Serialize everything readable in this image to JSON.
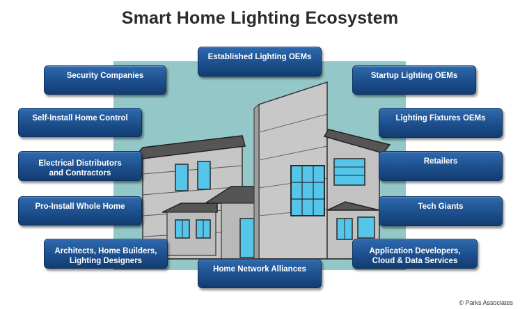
{
  "title": "Smart Home Lighting Ecosystem",
  "colors": {
    "sky": "#94c7c7",
    "pill_blue": "#1d4f8d",
    "wall": "#c4c4c4",
    "window": "#55c6ea",
    "roof": "#5a5a5a"
  },
  "labels": {
    "established_oems": "Established Lighting OEMs",
    "security": "Security Companies",
    "startup_oems": "Startup Lighting OEMs",
    "self_install": "Self-Install Home Control",
    "fixtures_oems": "Lighting Fixtures OEMs",
    "electrical_line1": "Electrical Distributors",
    "electrical_line2": "and Contractors",
    "retailers": "Retailers",
    "pro_install": "Pro-Install Whole Home",
    "tech_giants": "Tech Giants",
    "architects_line1": "Architects, Home Builders,",
    "architects_line2": "Lighting Designers",
    "app_dev_line1": "Application Developers,",
    "app_dev_line2": "Cloud & Data Services",
    "home_network": "Home Network Alliances"
  },
  "footer": "© Parks Associates"
}
